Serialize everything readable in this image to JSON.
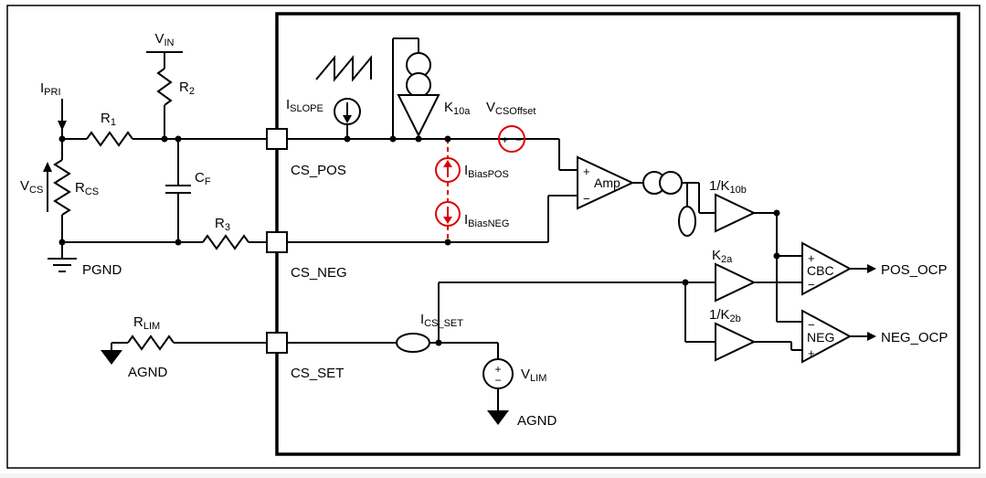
{
  "colors": {
    "accent_red": "#dd0000",
    "wire": "#000000",
    "background": "#ffffff"
  },
  "signs": {
    "plus": "+",
    "minus": "−"
  },
  "labels": {
    "ipri": {
      "main": "I",
      "sub": "PRI"
    },
    "vcs": {
      "main": "V",
      "sub": "CS"
    },
    "rcs": {
      "main": "R",
      "sub": "CS"
    },
    "pgnd": {
      "main": "PGND"
    },
    "vin": {
      "main": "V",
      "sub": "IN"
    },
    "r1": {
      "main": "R",
      "sub": "1"
    },
    "r2": {
      "main": "R",
      "sub": "2"
    },
    "r3": {
      "main": "R",
      "sub": "3"
    },
    "cf": {
      "main": "C",
      "sub": "F"
    },
    "rlim": {
      "main": "R",
      "sub": "LIM"
    },
    "agnd_left": {
      "main": "AGND"
    },
    "cs_pos": {
      "main": "CS_POS"
    },
    "cs_neg": {
      "main": "CS_NEG"
    },
    "cs_set": {
      "main": "CS_SET"
    },
    "islope": {
      "main": "I",
      "sub": "SLOPE"
    },
    "k10a": {
      "main": "K",
      "sub": "10a"
    },
    "vcsoffset": {
      "main": "V",
      "sub": "CSOffset"
    },
    "ibiaspos": {
      "main": "I",
      "sub": "BiasPOS"
    },
    "ibiasneg": {
      "main": "I",
      "sub": "BiasNEG"
    },
    "amp": {
      "main": "Amp"
    },
    "k10b": {
      "main": "1/K",
      "sub": "10b"
    },
    "k2a": {
      "main": "K",
      "sub": "2a"
    },
    "k2b": {
      "main": "1/K",
      "sub": "2b"
    },
    "cbc": {
      "main": "CBC"
    },
    "neg": {
      "main": "NEG"
    },
    "pos_ocp": {
      "main": "POS_OCP"
    },
    "neg_ocp": {
      "main": "NEG_OCP"
    },
    "ics_set": {
      "main": "I",
      "sub": "CS_SET"
    },
    "vlim": {
      "main": "V",
      "sub": "LIM"
    },
    "agnd_bottom": {
      "main": "AGND"
    }
  }
}
